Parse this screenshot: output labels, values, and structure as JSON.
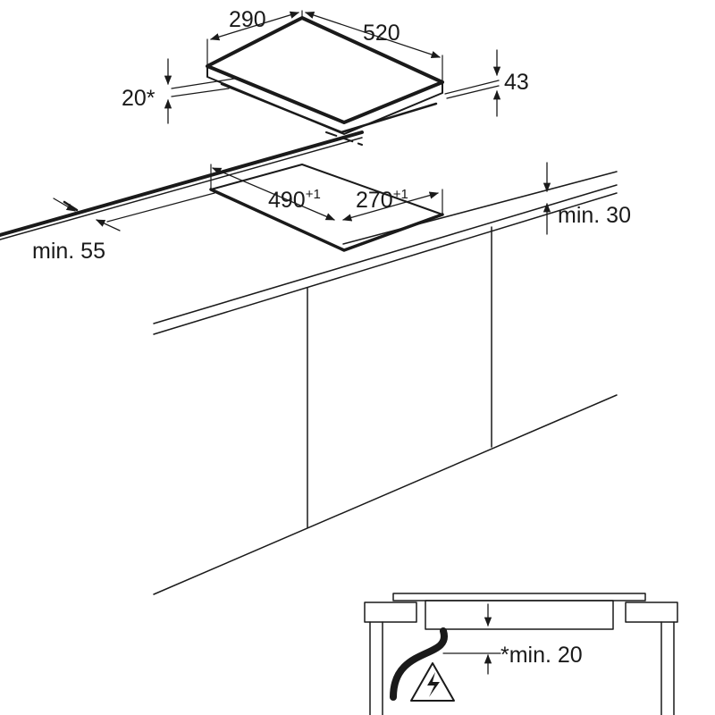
{
  "hob": {
    "depth_label": "290",
    "width_label": "520",
    "height_label": "43",
    "gap_label": "20*"
  },
  "cutout": {
    "depth_label": "490",
    "depth_tolerance": "+1",
    "width_label": "270",
    "width_tolerance": "+1"
  },
  "clearances": {
    "front_label": "min. 55",
    "wall_label": "min. 30",
    "under_label": "*min. 20"
  },
  "colors": {
    "line": "#1a1a1a",
    "background": "#ffffff"
  },
  "icons": {
    "warning": "electric-hazard-warning-icon"
  }
}
